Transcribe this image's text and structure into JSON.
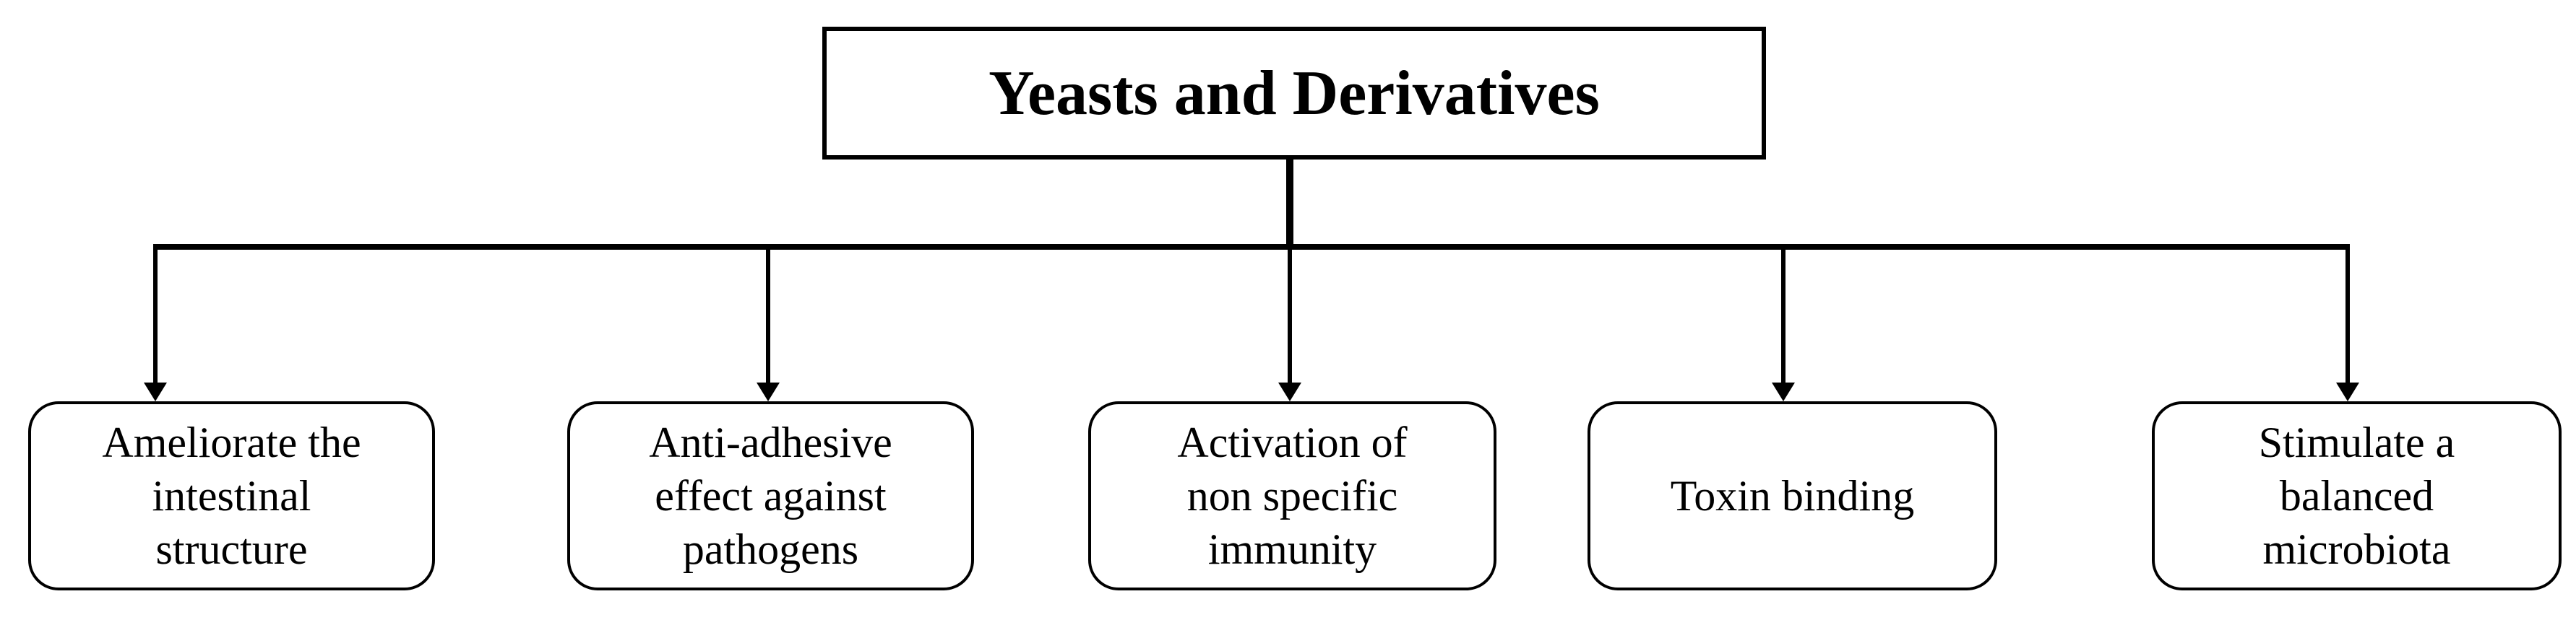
{
  "root": {
    "title": "Yeasts and Derivatives"
  },
  "effects": [
    {
      "label": "Ameliorate the\nintestinal\nstructure"
    },
    {
      "label": "Anti-adhesive\neffect against\npathogens"
    },
    {
      "label": "Activation of\nnon specific\nimmunity"
    },
    {
      "label": "Toxin binding"
    },
    {
      "label": "Stimulate a\nbalanced\nmicrobiota"
    }
  ],
  "colors": {
    "line": "#000000",
    "box_border": "#000000",
    "background": "#ffffff"
  }
}
